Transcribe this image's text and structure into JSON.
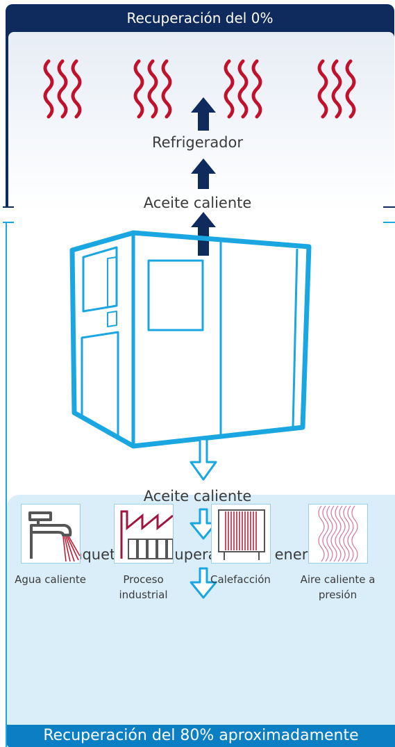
{
  "top_section": {
    "title": "Recuperación del 0%"
  },
  "flow": {
    "cooler_label": "Refrigerador",
    "hot_oil_up_label": "Aceite caliente",
    "hot_oil_down_label": "Aceite caliente",
    "recovery_package_label": "Paquete de recuperación de energía"
  },
  "uses": [
    {
      "label": "Agua caliente",
      "icon": "faucet-icon"
    },
    {
      "label": "Proceso industrial",
      "icon": "factory-icon"
    },
    {
      "label": "Calefacción",
      "icon": "radiator-icon"
    },
    {
      "label": "Aire caliente a presión",
      "icon": "hot-air-icon"
    }
  ],
  "bottom_section": {
    "title": "Recuperación del 80% aproximadamente"
  },
  "colors": {
    "navy": "#0f2a5c",
    "cyan": "#1aa6e0",
    "band_blue": "#0c7fc4",
    "heat_red": "#c0122c",
    "panel_light": "#d9eef9"
  }
}
